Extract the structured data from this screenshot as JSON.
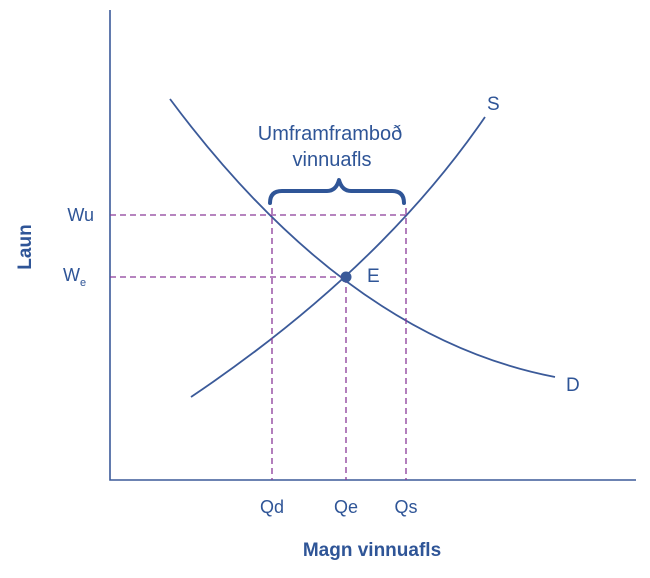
{
  "labels": {
    "y_axis": "Laun",
    "x_axis": "Magn vinnuafls",
    "supply": "S",
    "demand": "D",
    "equilibrium": "E",
    "wage_upper": "Wu",
    "wage_eq_main": "W",
    "wage_eq_sub": "e",
    "qd": "Qd",
    "qe": "Qe",
    "qs": "Qs",
    "surplus_line1": "Umframframboð",
    "surplus_line2": "vinnuafls"
  },
  "colors": {
    "curve": "#3b5a99",
    "text": "#2f5597",
    "guide": "#8a3a99"
  }
}
